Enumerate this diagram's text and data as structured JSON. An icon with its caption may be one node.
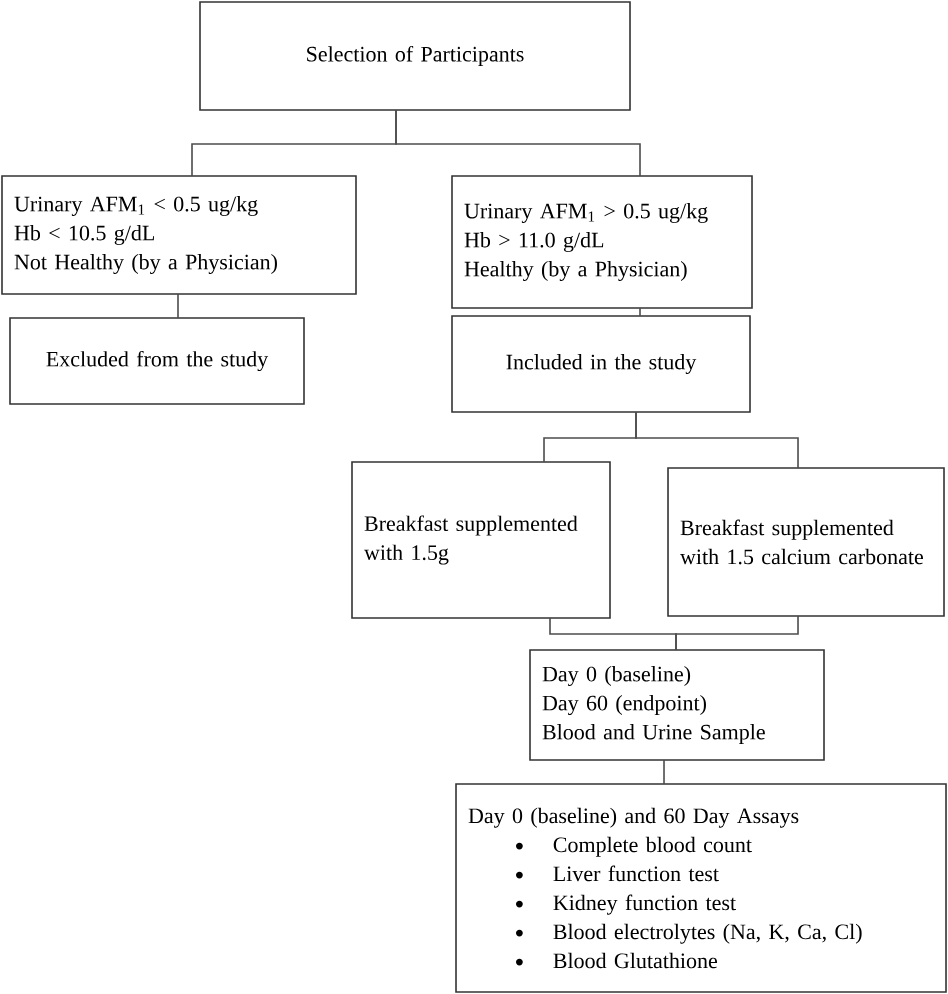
{
  "diagram": {
    "nodes": [
      {
        "text": [
          "Selection of Participants"
        ]
      },
      {
        "text": [
          "Urinary AFM$_{1}$ < 0.5 ug/kg",
          "Hb < 10.5 g/dL",
          "Not Healthy (by a Physician)"
        ]
      },
      {
        "text": [
          "Urinary AFM$_{1}$ > 0.5 ug/kg",
          "Hb > 11.0 g/dL",
          "Healthy (by a Physician)"
        ]
      },
      {
        "text": [
          "Excluded from the study"
        ]
      },
      {
        "text": [
          "Included in the study"
        ]
      },
      {
        "text": [
          "Breakfast supplemented with 1.5g"
        ]
      },
      {
        "text": [
          "Breakfast supplemented with 1.5 calcium carbonate"
        ]
      },
      {
        "text": [
          "Day 0 (baseline)",
          "Day 60 (endpoint)",
          "Blood and Urine Sample"
        ]
      },
      {
        "text": [
          "Day 0 (baseline) and 60 Day Assays",
          "Complete blood count",
          "Liver function test",
          "Kidney function test",
          "Blood electrolytes (Na, K, Ca, Cl)",
          "Blood Glutathione"
        ]
      }
    ],
    "edges": [
      {
        "from": 0,
        "to": 1,
        "arrow": "none"
      },
      {
        "from": 0,
        "to": 2,
        "arrow": "none"
      },
      {
        "from": 1,
        "to": 3,
        "arrow": "none"
      },
      {
        "from": 2,
        "to": 4,
        "arrow": "none"
      },
      {
        "from": 4,
        "to": 5,
        "arrow": "none"
      },
      {
        "from": 4,
        "to": 6,
        "arrow": "none"
      },
      {
        "from": 5,
        "to": 7,
        "arrow": "none"
      },
      {
        "from": 6,
        "to": 7,
        "arrow": "none"
      },
      {
        "from": 7,
        "to": 8,
        "arrow": "none"
      }
    ]
  }
}
